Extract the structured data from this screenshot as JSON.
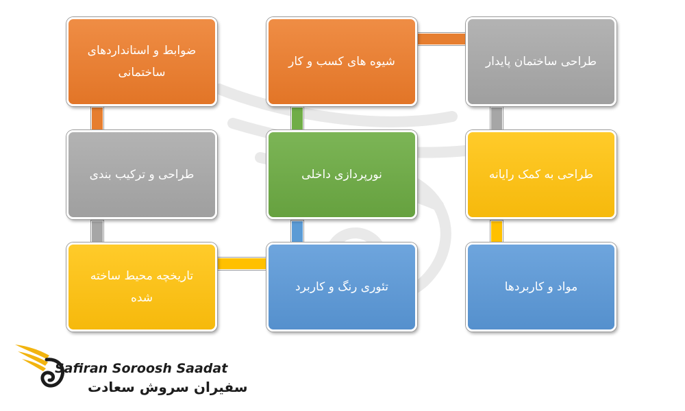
{
  "diagram": {
    "boxes": [
      {
        "id": "regulations",
        "label": "ضوابط و استانداردهای ساختمانی",
        "color": "orange"
      },
      {
        "id": "business",
        "label": "شیوه های کسب و کار",
        "color": "orange"
      },
      {
        "id": "sustainable",
        "label": "طراحی ساختمان پایدار",
        "color": "gray"
      },
      {
        "id": "composition",
        "label": "طراحی و ترکیب بندی",
        "color": "gray"
      },
      {
        "id": "lighting",
        "label": "نورپردازی داخلی",
        "color": "green"
      },
      {
        "id": "cad",
        "label": "طراحی به کمک رایانه",
        "color": "yellow"
      },
      {
        "id": "history",
        "label": "تاریخچه محیط ساخته شده",
        "color": "yellow"
      },
      {
        "id": "color_theory",
        "label": "تئوری رنگ و کاربرد",
        "color": "blue"
      },
      {
        "id": "materials",
        "label": "مواد و کاربردها",
        "color": "blue"
      }
    ],
    "colors": {
      "orange": "#E67E30",
      "gray": "#A6A6A6",
      "green": "#70AD47",
      "yellow": "#FFC000",
      "blue": "#5B9BD5"
    }
  },
  "logo": {
    "latin": "Safiran Soroosh Saadat",
    "persian": "سفیران سروش سعادت"
  }
}
